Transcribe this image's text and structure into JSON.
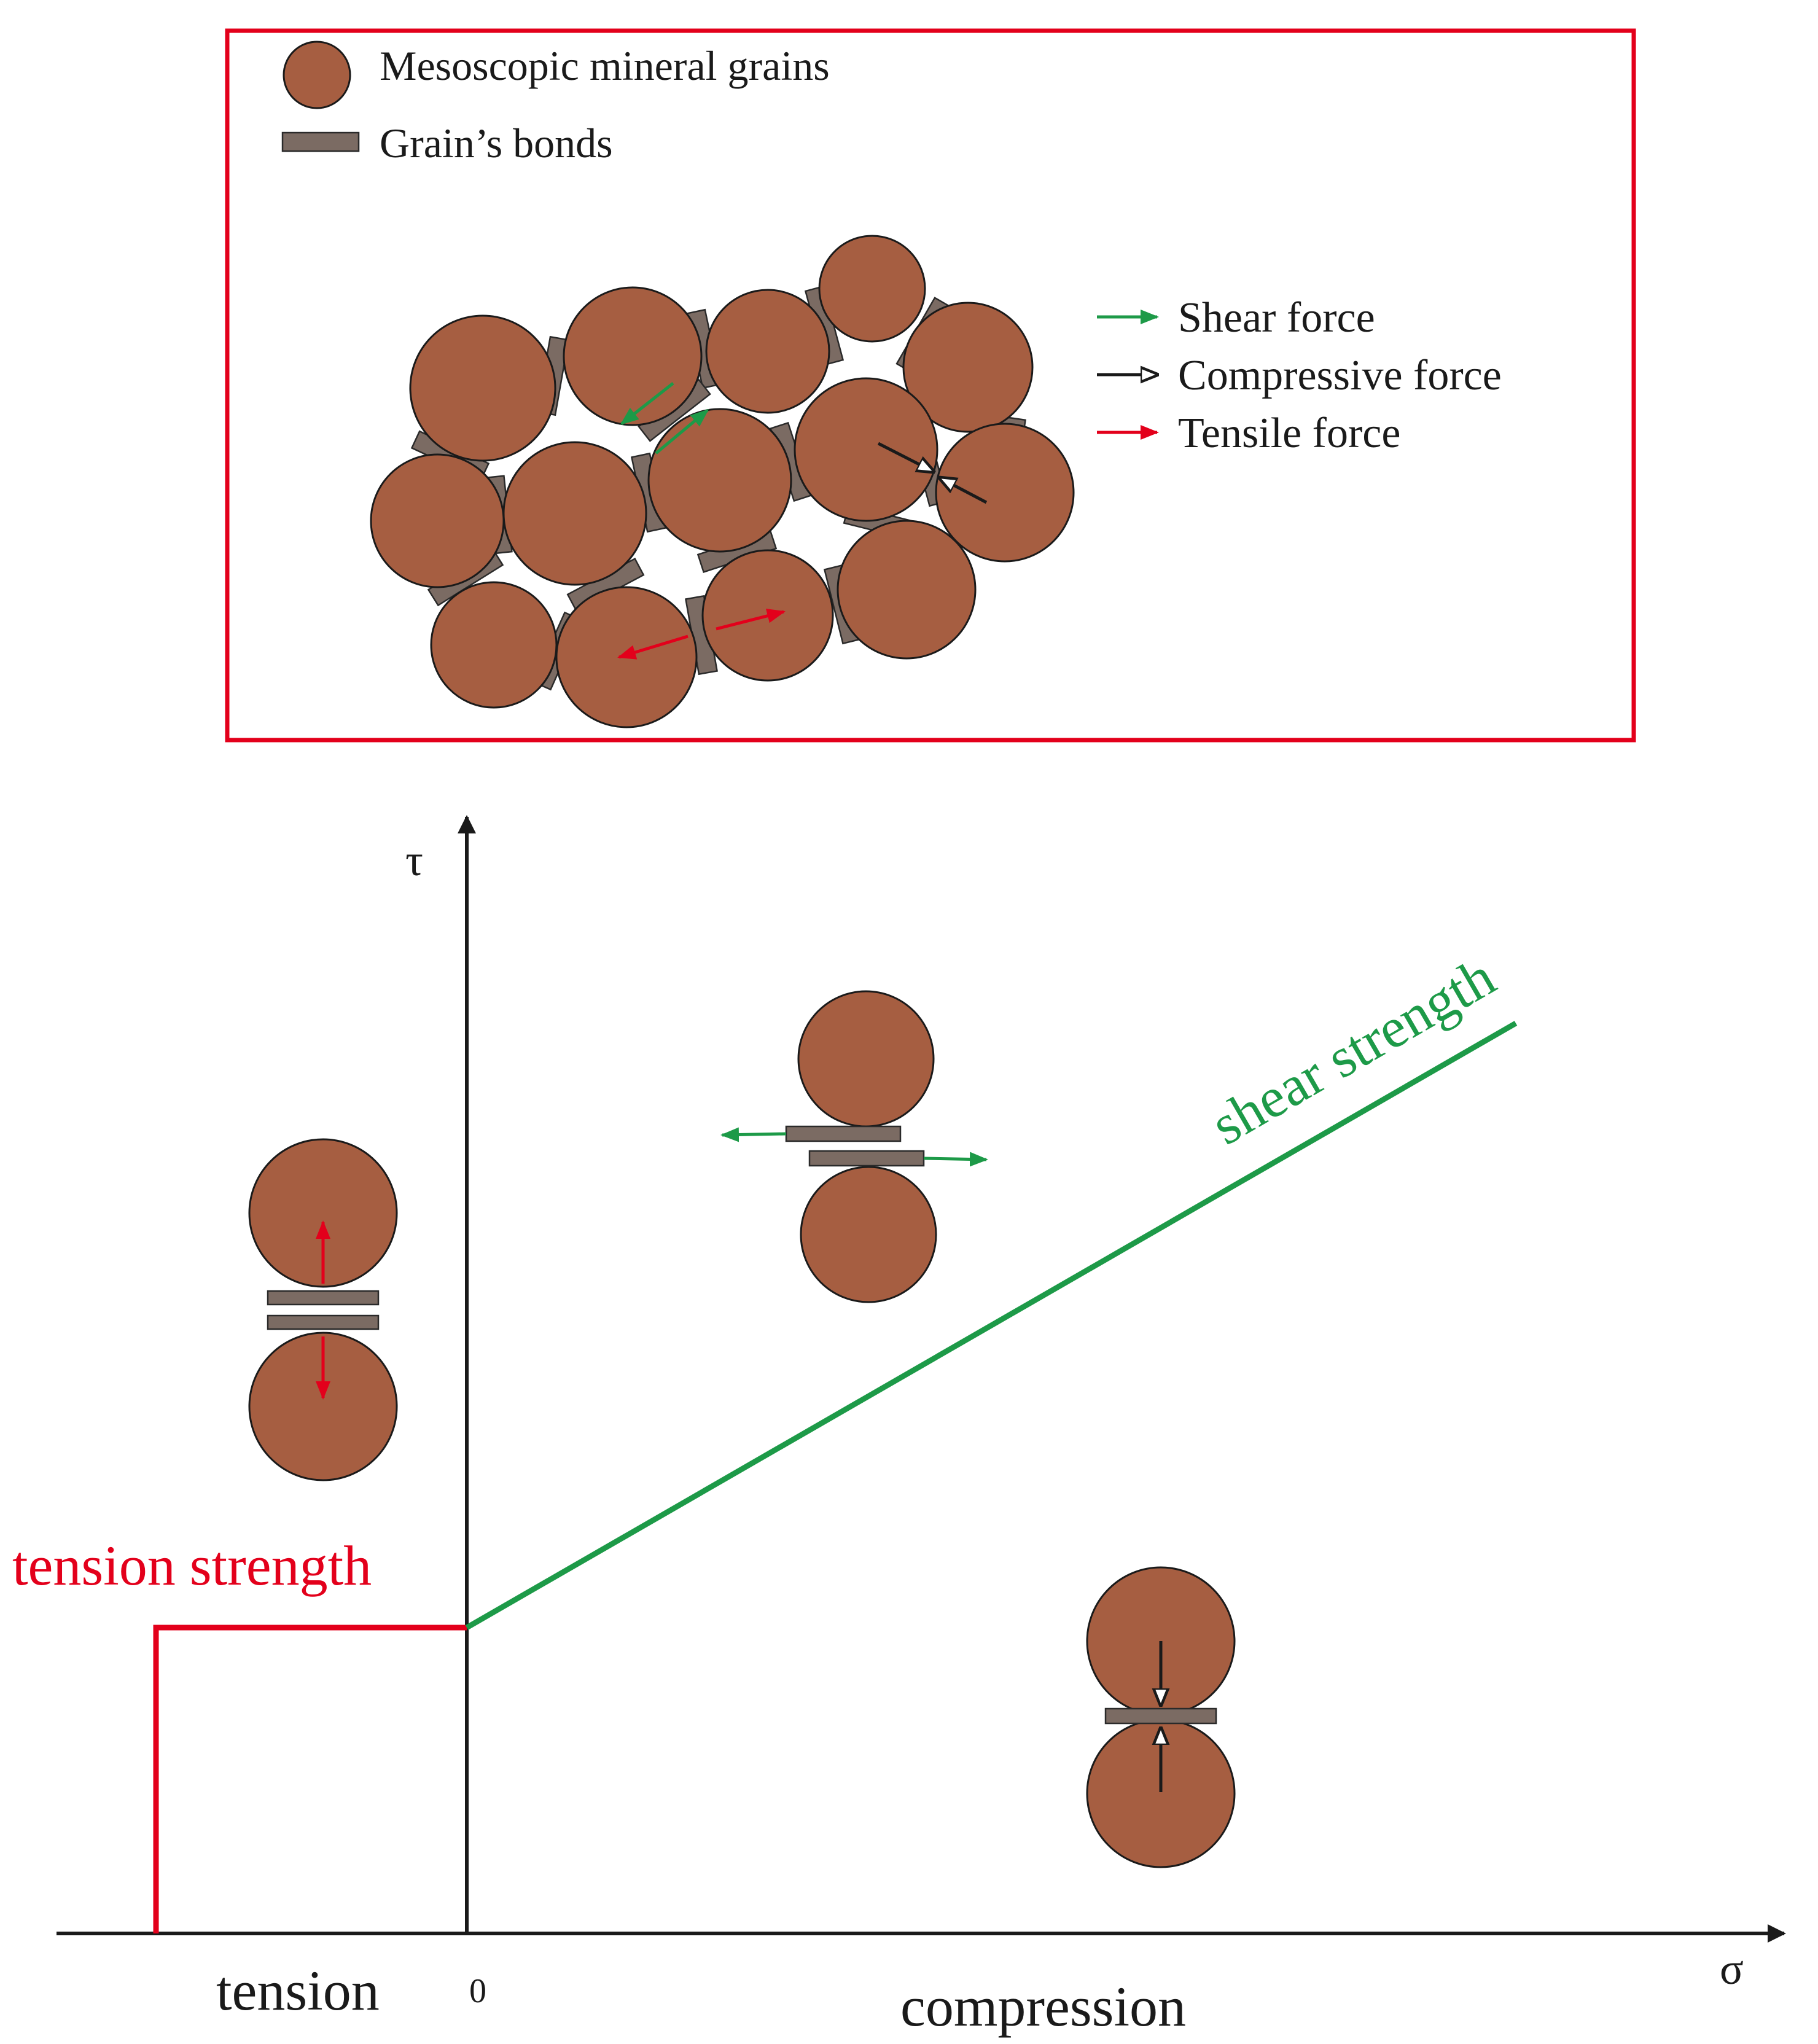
{
  "legend": {
    "grains_label": "Mesoscopic mineral grains",
    "bonds_label": "Grain’s bonds"
  },
  "force_legend": {
    "shear": "Shear force",
    "compressive": "Compressive force",
    "tensile": "Tensile force"
  },
  "chart": {
    "y_axis_label": "τ",
    "x_axis_label": "σ",
    "origin_label": "0",
    "tension_label": "tension",
    "compression_label": "compression",
    "shear_strength_label": "shear strength",
    "tension_strength_label": "tension strength"
  },
  "colors": {
    "grain": "#a65e41",
    "bond": "#7b6b63",
    "shear": "#1d9a48",
    "tensile": "#e3001b",
    "compressive": "#1a1a1a",
    "frame": "#e3001b"
  }
}
